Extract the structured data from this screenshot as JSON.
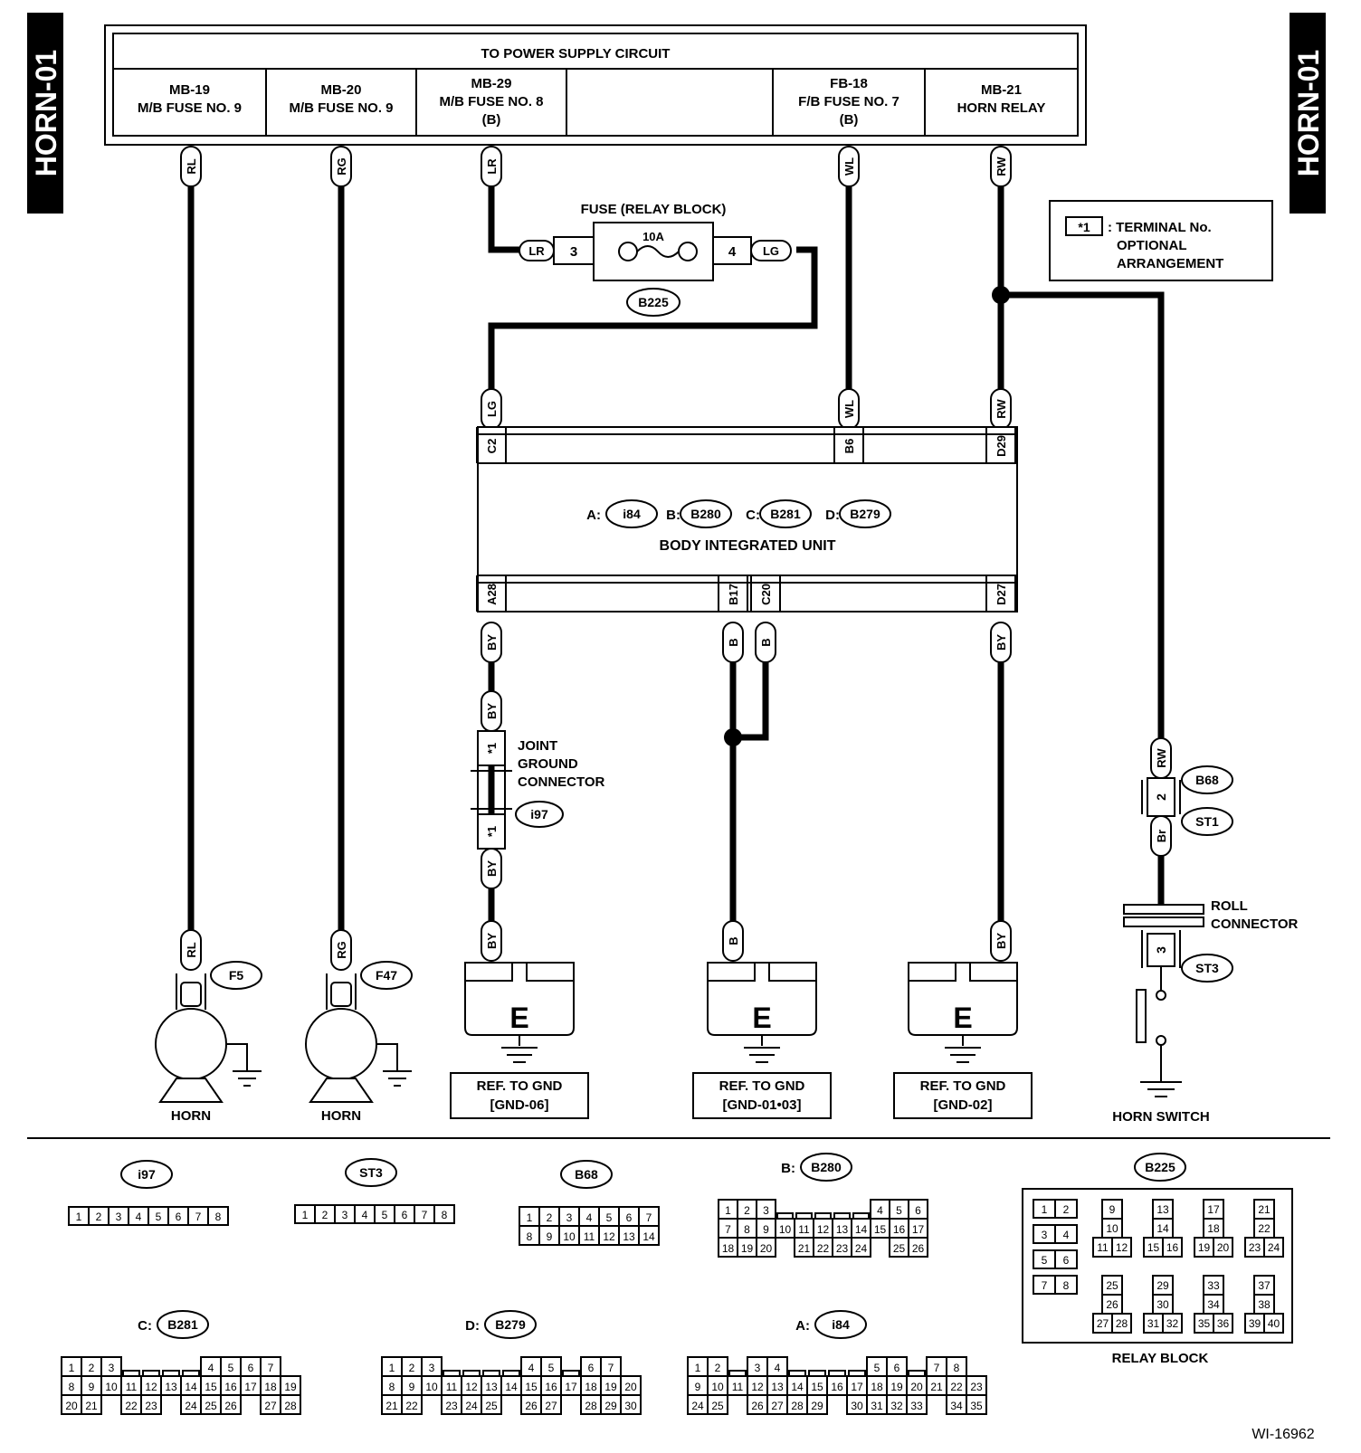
{
  "page_tag": "HORN-01",
  "figure_id": "WI-16962",
  "power_supply": {
    "title": "TO POWER SUPPLY CIRCUIT",
    "cells": [
      {
        "lines": [
          "MB-19",
          "M/B FUSE NO. 9"
        ],
        "wire": "RL"
      },
      {
        "lines": [
          "MB-20",
          "M/B FUSE NO. 9"
        ],
        "wire": "RG"
      },
      {
        "lines": [
          "MB-29",
          "M/B FUSE NO. 8",
          "(B)"
        ],
        "wire": "LR"
      },
      {
        "lines": [],
        "wire": ""
      },
      {
        "lines": [
          "FB-18",
          "F/B FUSE NO. 7",
          "(B)"
        ],
        "wire": "WL"
      },
      {
        "lines": [
          "MB-21",
          "HORN RELAY"
        ],
        "wire": "RW"
      }
    ]
  },
  "fuse": {
    "title": "FUSE (RELAY BLOCK)",
    "rating": "10A",
    "connector": "B225",
    "left_wire": "LR",
    "left_pin": "3",
    "right_pin": "4",
    "right_wire": "LG"
  },
  "note": {
    "symbol": "*1",
    "text": [
      ": TERMINAL No.",
      "OPTIONAL",
      "ARRANGEMENT"
    ]
  },
  "biu": {
    "title": "BODY INTEGRATED UNIT",
    "connectors": [
      {
        "prefix": "A:",
        "id": "i84"
      },
      {
        "prefix": "B:",
        "id": "B280"
      },
      {
        "prefix": "C:",
        "id": "B281"
      },
      {
        "prefix": "D:",
        "id": "B279"
      }
    ],
    "top_pins": [
      {
        "pin": "C2",
        "wire": "LG"
      },
      {
        "pin": "B6",
        "wire": "WL"
      },
      {
        "pin": "D29",
        "wire": "RW"
      }
    ],
    "bottom_pins": [
      {
        "pin": "A28",
        "wire": "BY"
      },
      {
        "pin": "B17",
        "wire": "B"
      },
      {
        "pin": "C20",
        "wire": "B"
      },
      {
        "pin": "D27",
        "wire": "BY"
      }
    ]
  },
  "joint": {
    "label": [
      "JOINT",
      "GROUND",
      "CONNECTOR"
    ],
    "connector": "i97",
    "wire_top": "BY",
    "wire_bottom": "BY",
    "pin": "*1"
  },
  "horns": [
    {
      "label": "HORN",
      "connector": "F5",
      "wire": "RL"
    },
    {
      "label": "HORN",
      "connector": "F47",
      "wire": "RG"
    }
  ],
  "grounds": [
    {
      "ref": [
        "REF. TO GND",
        "[GND-06]"
      ],
      "wire": "BY",
      "symbol": "E"
    },
    {
      "ref": [
        "REF. TO GND",
        "[GND-01•03]"
      ],
      "wire": "B",
      "symbol": "E"
    },
    {
      "ref": [
        "REF. TO GND",
        "[GND-02]"
      ],
      "wire": "BY",
      "symbol": "E"
    }
  ],
  "horn_switch": {
    "label": "HORN SWITCH",
    "roll_connector": [
      "ROLL",
      "CONNECTOR"
    ],
    "b68": "B68",
    "st1": "ST1",
    "st3": "ST3",
    "pin2": "2",
    "pin3": "3",
    "wire_top": "RW",
    "wire_mid": "Br"
  },
  "connector_views": {
    "i97": {
      "id": "i97",
      "rows": [
        [
          "1",
          "2",
          "3",
          "4",
          "5",
          "6",
          "7",
          "8"
        ]
      ]
    },
    "ST3": {
      "id": "ST3",
      "rows": [
        [
          "1",
          "2",
          "3",
          "4",
          "5",
          "6",
          "7",
          "8"
        ]
      ]
    },
    "B68": {
      "id": "B68",
      "rows": [
        [
          "1",
          "2",
          "3",
          "4",
          "5",
          "6",
          "7"
        ],
        [
          "8",
          "9",
          "10",
          "11",
          "12",
          "13",
          "14"
        ]
      ]
    },
    "B280": {
      "prefix": "B:",
      "id": "B280",
      "rows": [
        [
          "1",
          "2",
          "3",
          "",
          "",
          "",
          "",
          "",
          "4",
          "5",
          "6"
        ],
        [
          "7",
          "8",
          "9",
          "10",
          "11",
          "12",
          "13",
          "14",
          "15",
          "16",
          "17"
        ],
        [
          "18",
          "19",
          "20",
          "",
          "21",
          "22",
          "23",
          "24",
          "",
          "25",
          "26"
        ]
      ]
    },
    "B225": {
      "id": "B225",
      "caption": "RELAY BLOCK",
      "pairs": [
        [
          "1",
          "2"
        ],
        [
          "3",
          "4"
        ],
        [
          "5",
          "6"
        ],
        [
          "7",
          "8"
        ]
      ],
      "groups_top": [
        [
          "9",
          "10",
          "11",
          "12"
        ],
        [
          "13",
          "14",
          "15",
          "16"
        ],
        [
          "17",
          "18",
          "19",
          "20"
        ],
        [
          "21",
          "22",
          "23",
          "24"
        ]
      ],
      "groups_bottom": [
        [
          "25",
          "26",
          "27",
          "28"
        ],
        [
          "29",
          "30",
          "31",
          "32"
        ],
        [
          "33",
          "34",
          "35",
          "36"
        ],
        [
          "37",
          "38",
          "39",
          "40"
        ]
      ]
    },
    "B281": {
      "prefix": "C:",
      "id": "B281",
      "rows": [
        [
          "1",
          "2",
          "3",
          "",
          "",
          "",
          "",
          "4",
          "5",
          "6",
          "7"
        ],
        [
          "8",
          "9",
          "10",
          "11",
          "12",
          "13",
          "14",
          "15",
          "16",
          "17",
          "18",
          "19"
        ],
        [
          "20",
          "21",
          "",
          "22",
          "23",
          "",
          "24",
          "25",
          "26",
          "",
          "27",
          "28"
        ]
      ]
    },
    "B279": {
      "prefix": "D:",
      "id": "B279",
      "rows": [
        [
          "1",
          "2",
          "3",
          "",
          "",
          "",
          "",
          "4",
          "5",
          "",
          "6",
          "7"
        ],
        [
          "8",
          "9",
          "10",
          "11",
          "12",
          "13",
          "14",
          "15",
          "16",
          "17",
          "18",
          "19",
          "20"
        ],
        [
          "21",
          "22",
          "",
          "23",
          "24",
          "25",
          "",
          "26",
          "27",
          "",
          "28",
          "29",
          "30"
        ]
      ]
    },
    "i84": {
      "prefix": "A:",
      "id": "i84",
      "rows": [
        [
          "1",
          "2",
          "",
          "3",
          "4",
          "",
          "",
          "",
          "",
          "5",
          "6",
          "",
          "7",
          "8"
        ],
        [
          "9",
          "10",
          "11",
          "12",
          "13",
          "14",
          "15",
          "16",
          "17",
          "18",
          "19",
          "20",
          "21",
          "22",
          "23"
        ],
        [
          "24",
          "25",
          "",
          "26",
          "27",
          "28",
          "29",
          "",
          "30",
          "31",
          "32",
          "33",
          "",
          "34",
          "35"
        ]
      ]
    }
  }
}
